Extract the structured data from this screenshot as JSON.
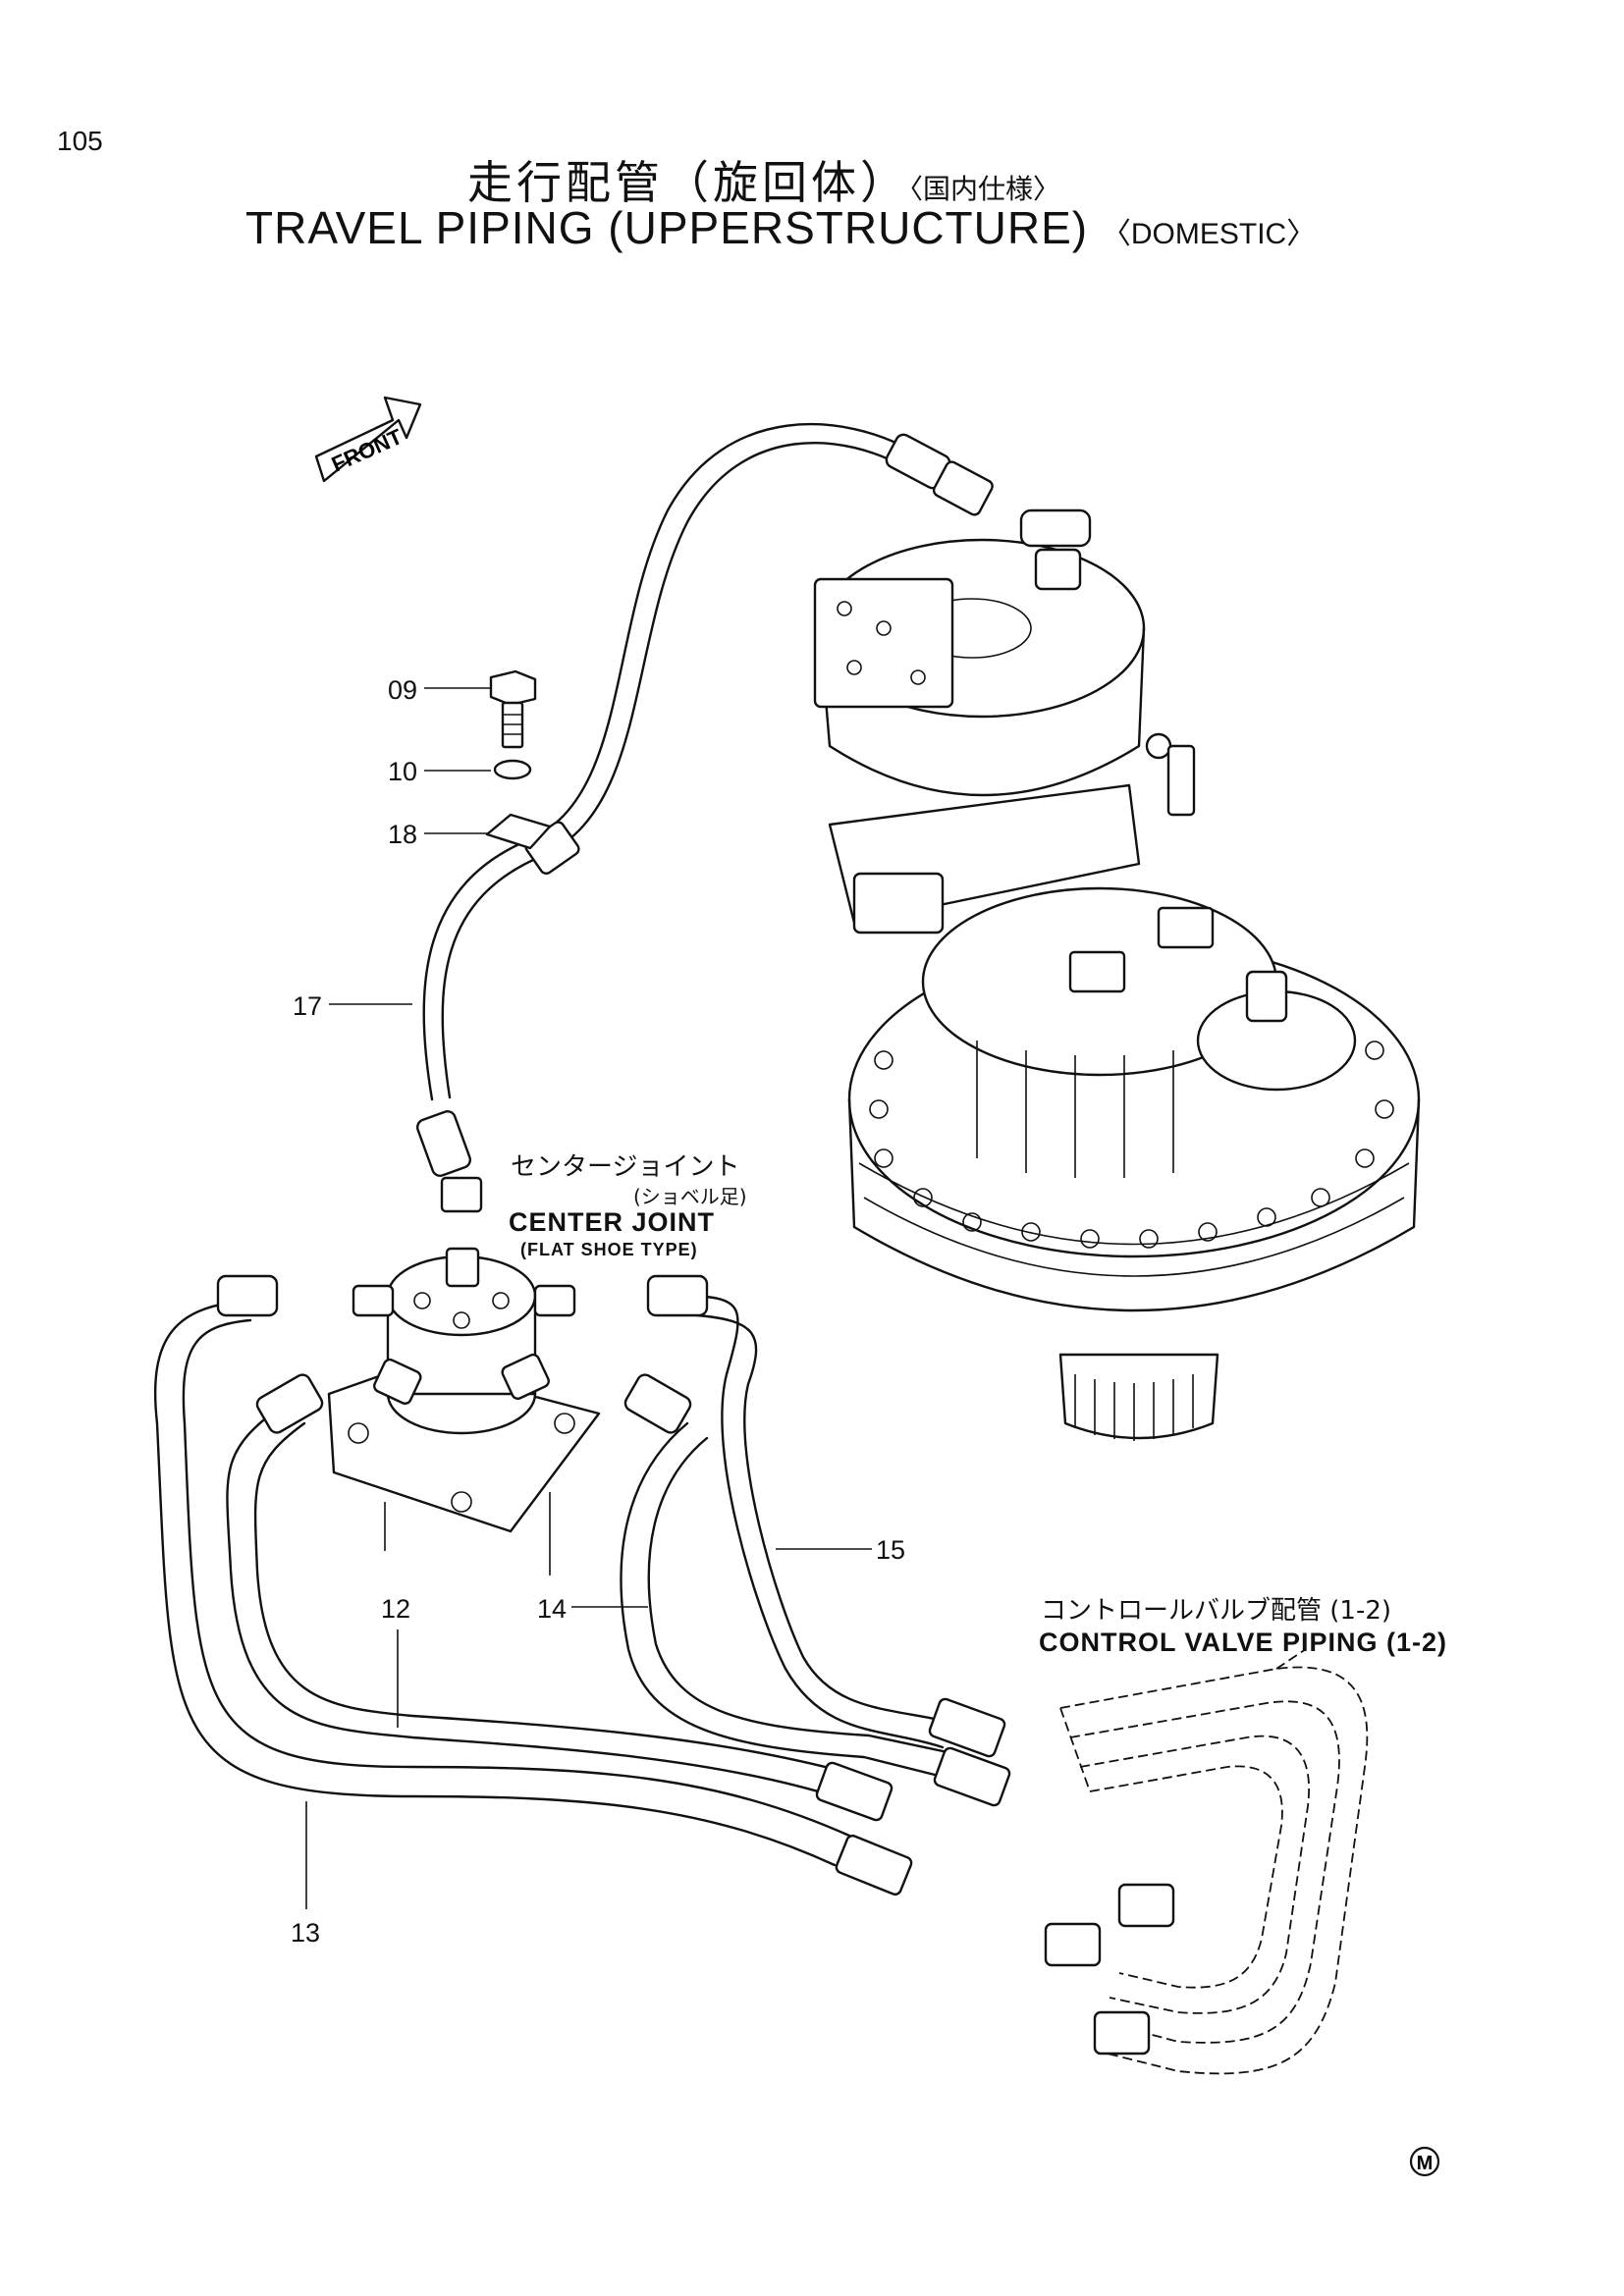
{
  "page": {
    "number": "105"
  },
  "title": {
    "jp": "走行配管（旋回体）",
    "jp_sub": "〈国内仕様〉",
    "en": "TRAVEL PIPING (UPPERSTRUCTURE)",
    "en_sub": "〈DOMESTIC〉"
  },
  "front_arrow": {
    "label": "FRONT"
  },
  "callouts": [
    {
      "id": "09",
      "label": "09"
    },
    {
      "id": "10",
      "label": "10"
    },
    {
      "id": "18",
      "label": "18"
    },
    {
      "id": "17",
      "label": "17"
    },
    {
      "id": "15",
      "label": "15"
    },
    {
      "id": "14",
      "label": "14"
    },
    {
      "id": "12",
      "label": "12"
    },
    {
      "id": "13",
      "label": "13"
    }
  ],
  "center_joint": {
    "jp": "センタージョイント",
    "jp_sub": "(ショベル足)",
    "en": "CENTER JOINT",
    "en_sub": "(FLAT SHOE TYPE)"
  },
  "control_valve": {
    "jp": "コントロールバルブ配管 (1-2)",
    "en": "CONTROL VALVE PIPING (1-2)"
  },
  "mark": {
    "symbol": "M"
  }
}
